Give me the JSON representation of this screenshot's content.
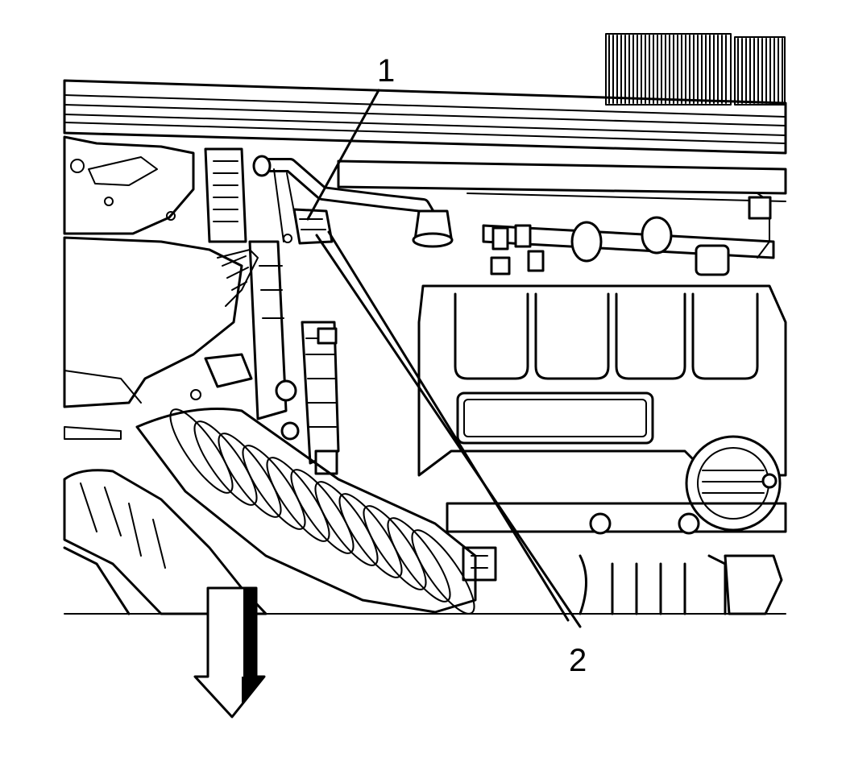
{
  "callouts": [
    {
      "label": "1"
    },
    {
      "label": "2"
    }
  ],
  "arrow": {
    "direction": "down"
  },
  "colors": {
    "ink": "#000000",
    "paper": "#ffffff"
  }
}
